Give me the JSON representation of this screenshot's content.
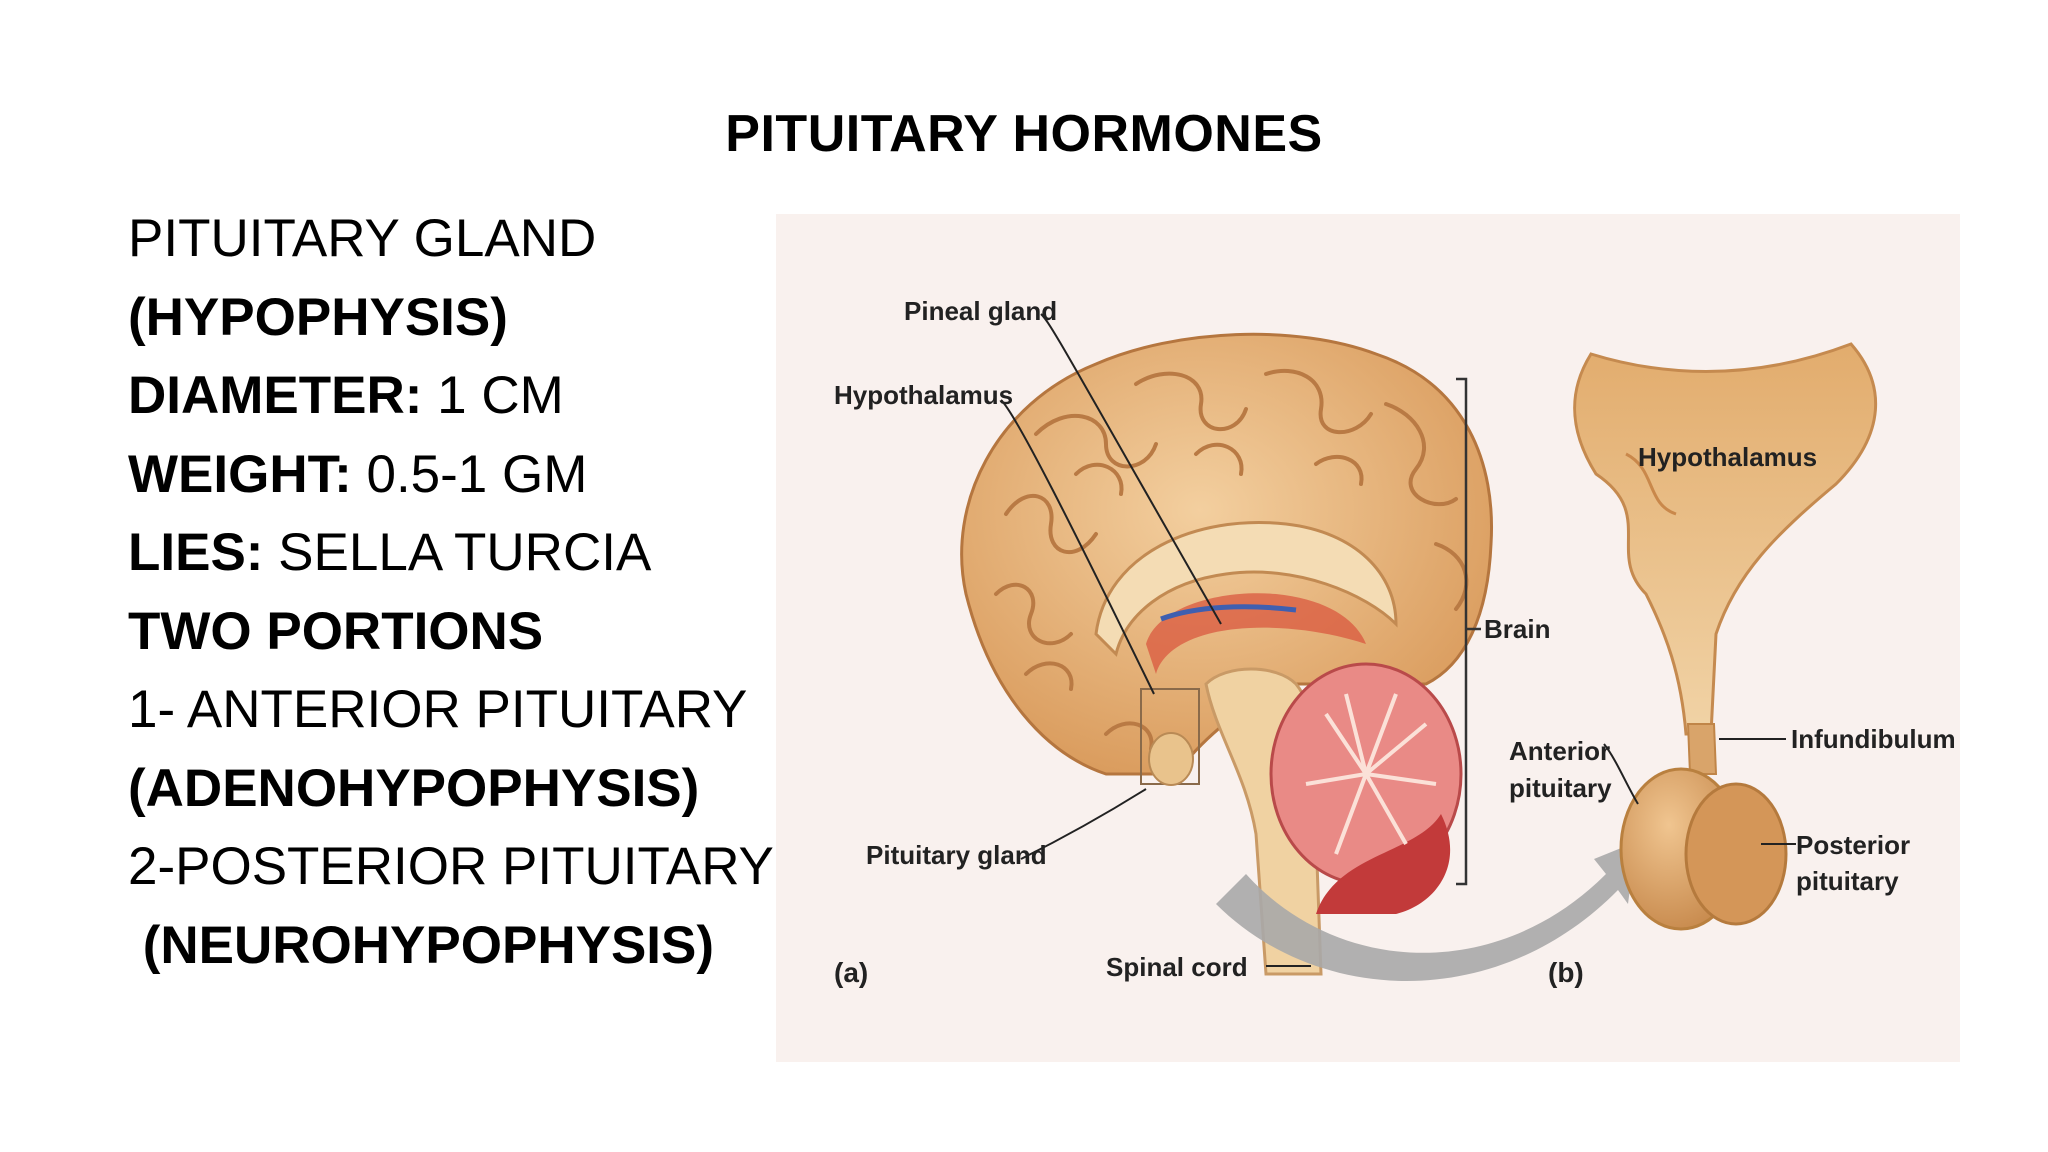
{
  "slide": {
    "title": "PITUITARY HORMONES",
    "lines": [
      {
        "label": "",
        "value": "PITUITARY GLAND"
      },
      {
        "label": "(HYPOPHYSIS)",
        "value": ""
      },
      {
        "label": "DIAMETER:",
        "value": " 1 CM"
      },
      {
        "label": "WEIGHT:",
        "value": " 0.5-1 GM"
      },
      {
        "label": "LIES:",
        "value": " SELLA TURCIA"
      },
      {
        "label": "TWO PORTIONS",
        "value": ""
      },
      {
        "label": "",
        "value": "1- ANTERIOR PITUITARY"
      },
      {
        "label": "(ADENOHYPOPHYSIS)",
        "value": ""
      },
      {
        "label": "",
        "value": "2-POSTERIOR PITUITARY"
      },
      {
        "label": " (NEUROHYPOPHYSIS)",
        "value": ""
      }
    ]
  },
  "figure": {
    "labels": {
      "pineal_gland": "Pineal gland",
      "hypothalamus_a": "Hypothalamus",
      "brain": "Brain",
      "pituitary_gland": "Pituitary gland",
      "spinal_cord": "Spinal cord",
      "panel_a": "(a)",
      "hypothalamus_b": "Hypothalamus",
      "infundibulum": "Infundibulum",
      "anterior_pituitary_1": "Anterior",
      "anterior_pituitary_2": "pituitary",
      "posterior_pituitary_1": "Posterior",
      "posterior_pituitary_2": "pituitary",
      "panel_b": "(b)"
    },
    "colors": {
      "background": "#f9f1ee",
      "brain": "#e8b47c",
      "brain_fold": "#b97a44",
      "cerebellum": "#e46a6a",
      "brainstem": "#f0d2a2",
      "arrow": "#a9a9a9",
      "pituitary": "#dba265"
    }
  }
}
